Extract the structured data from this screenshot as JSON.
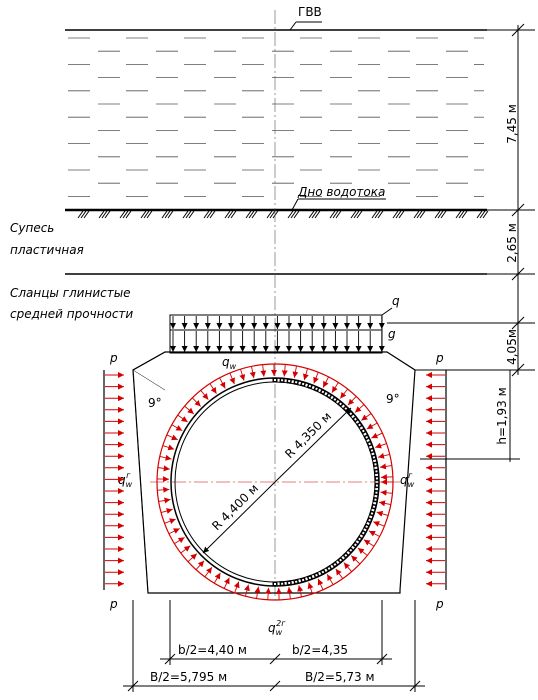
{
  "water": {
    "gvv": "ГВВ",
    "bottom": "Дно водотока"
  },
  "soil": {
    "layer1_line1": "Супесь",
    "layer1_line2": "пластичная",
    "layer2_line1": "Сланцы глинистые",
    "layer2_line2": "средней прочности"
  },
  "dimensions": {
    "water_depth": "7,45 м",
    "layer1": "2,65 м",
    "layer2": "4,05м",
    "h1": "h=1,93 м",
    "b_left": "b/2=4,40 м",
    "b_right": "b/2=4,35",
    "B_left": "B/2=5,795 м",
    "B_right": "B/2=5,73 м",
    "radius_inner": "R 4,350 м",
    "radius_outer": "R 4,400 м"
  },
  "loads": {
    "q": "q",
    "g": "g",
    "qw": "q",
    "qw_sub": "w",
    "qw_side_sup": "г",
    "qw_bottom_sup": "2г",
    "p": "p",
    "angle": "9°"
  },
  "colors": {
    "load": "#d40000",
    "line": "#000000"
  }
}
